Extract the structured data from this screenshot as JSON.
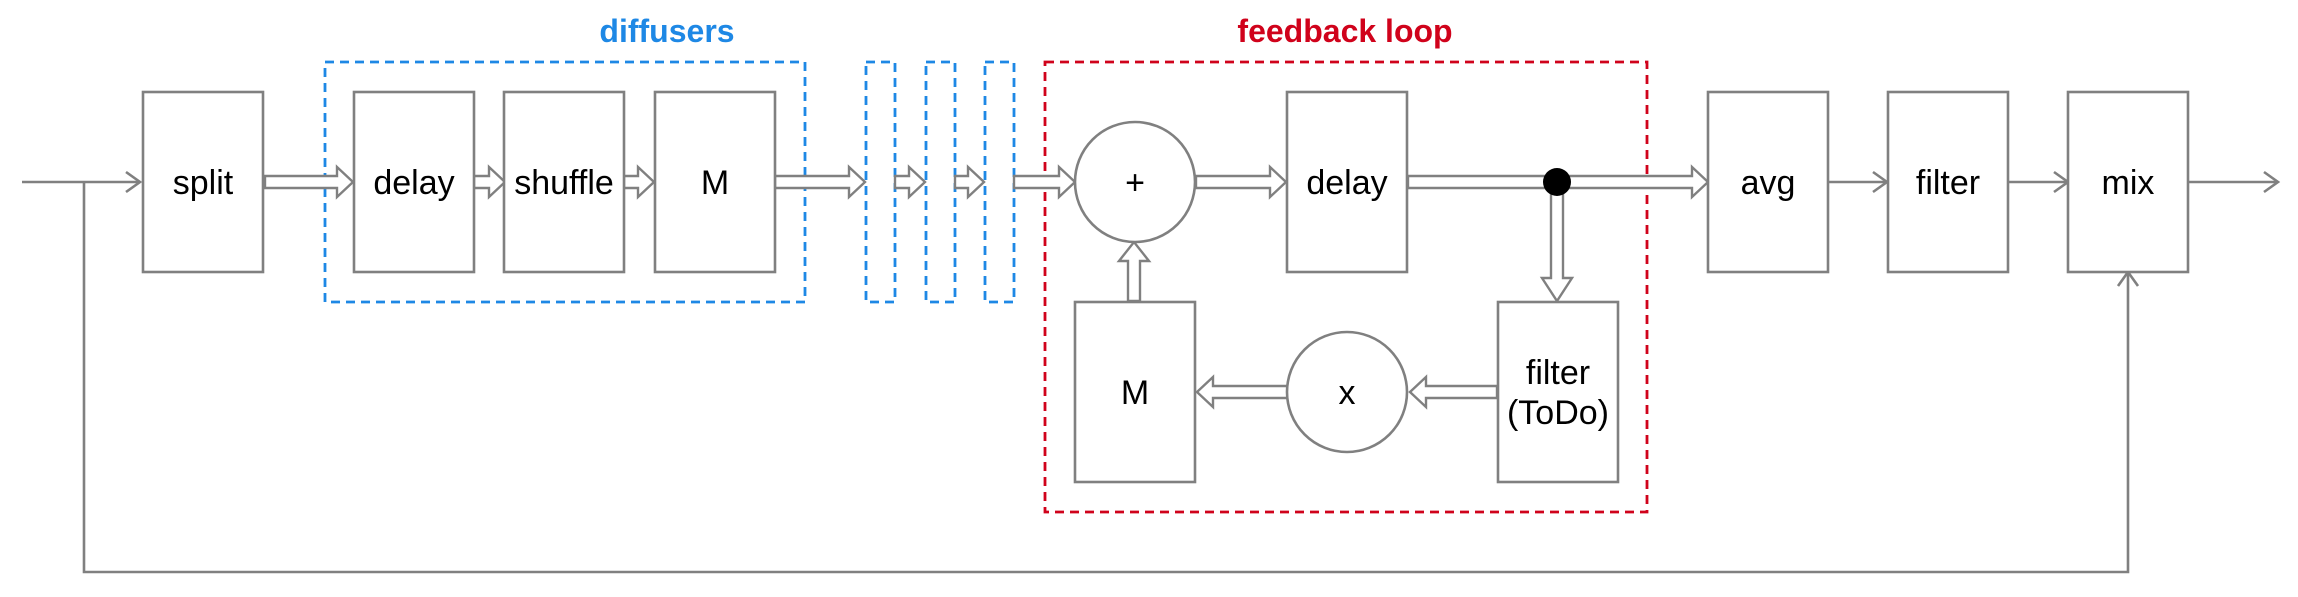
{
  "groups": {
    "diffusers": {
      "title": "diffusers",
      "color": "#1e88e5"
    },
    "feedback": {
      "title": "feedback loop",
      "color": "#d0021b"
    }
  },
  "blocks": {
    "split": "split",
    "delay_diffuser": "delay",
    "shuffle": "shuffle",
    "matrix_diffuser": "M",
    "sum": "+",
    "delay_feedback": "delay",
    "avg": "avg",
    "filter_output": "filter",
    "mix": "mix",
    "matrix_feedback": "M",
    "gain": "x",
    "filter_feedback_line1": "filter",
    "filter_feedback_line2": "(ToDo)"
  },
  "colors": {
    "line": "#808080",
    "junction": "#000000"
  }
}
